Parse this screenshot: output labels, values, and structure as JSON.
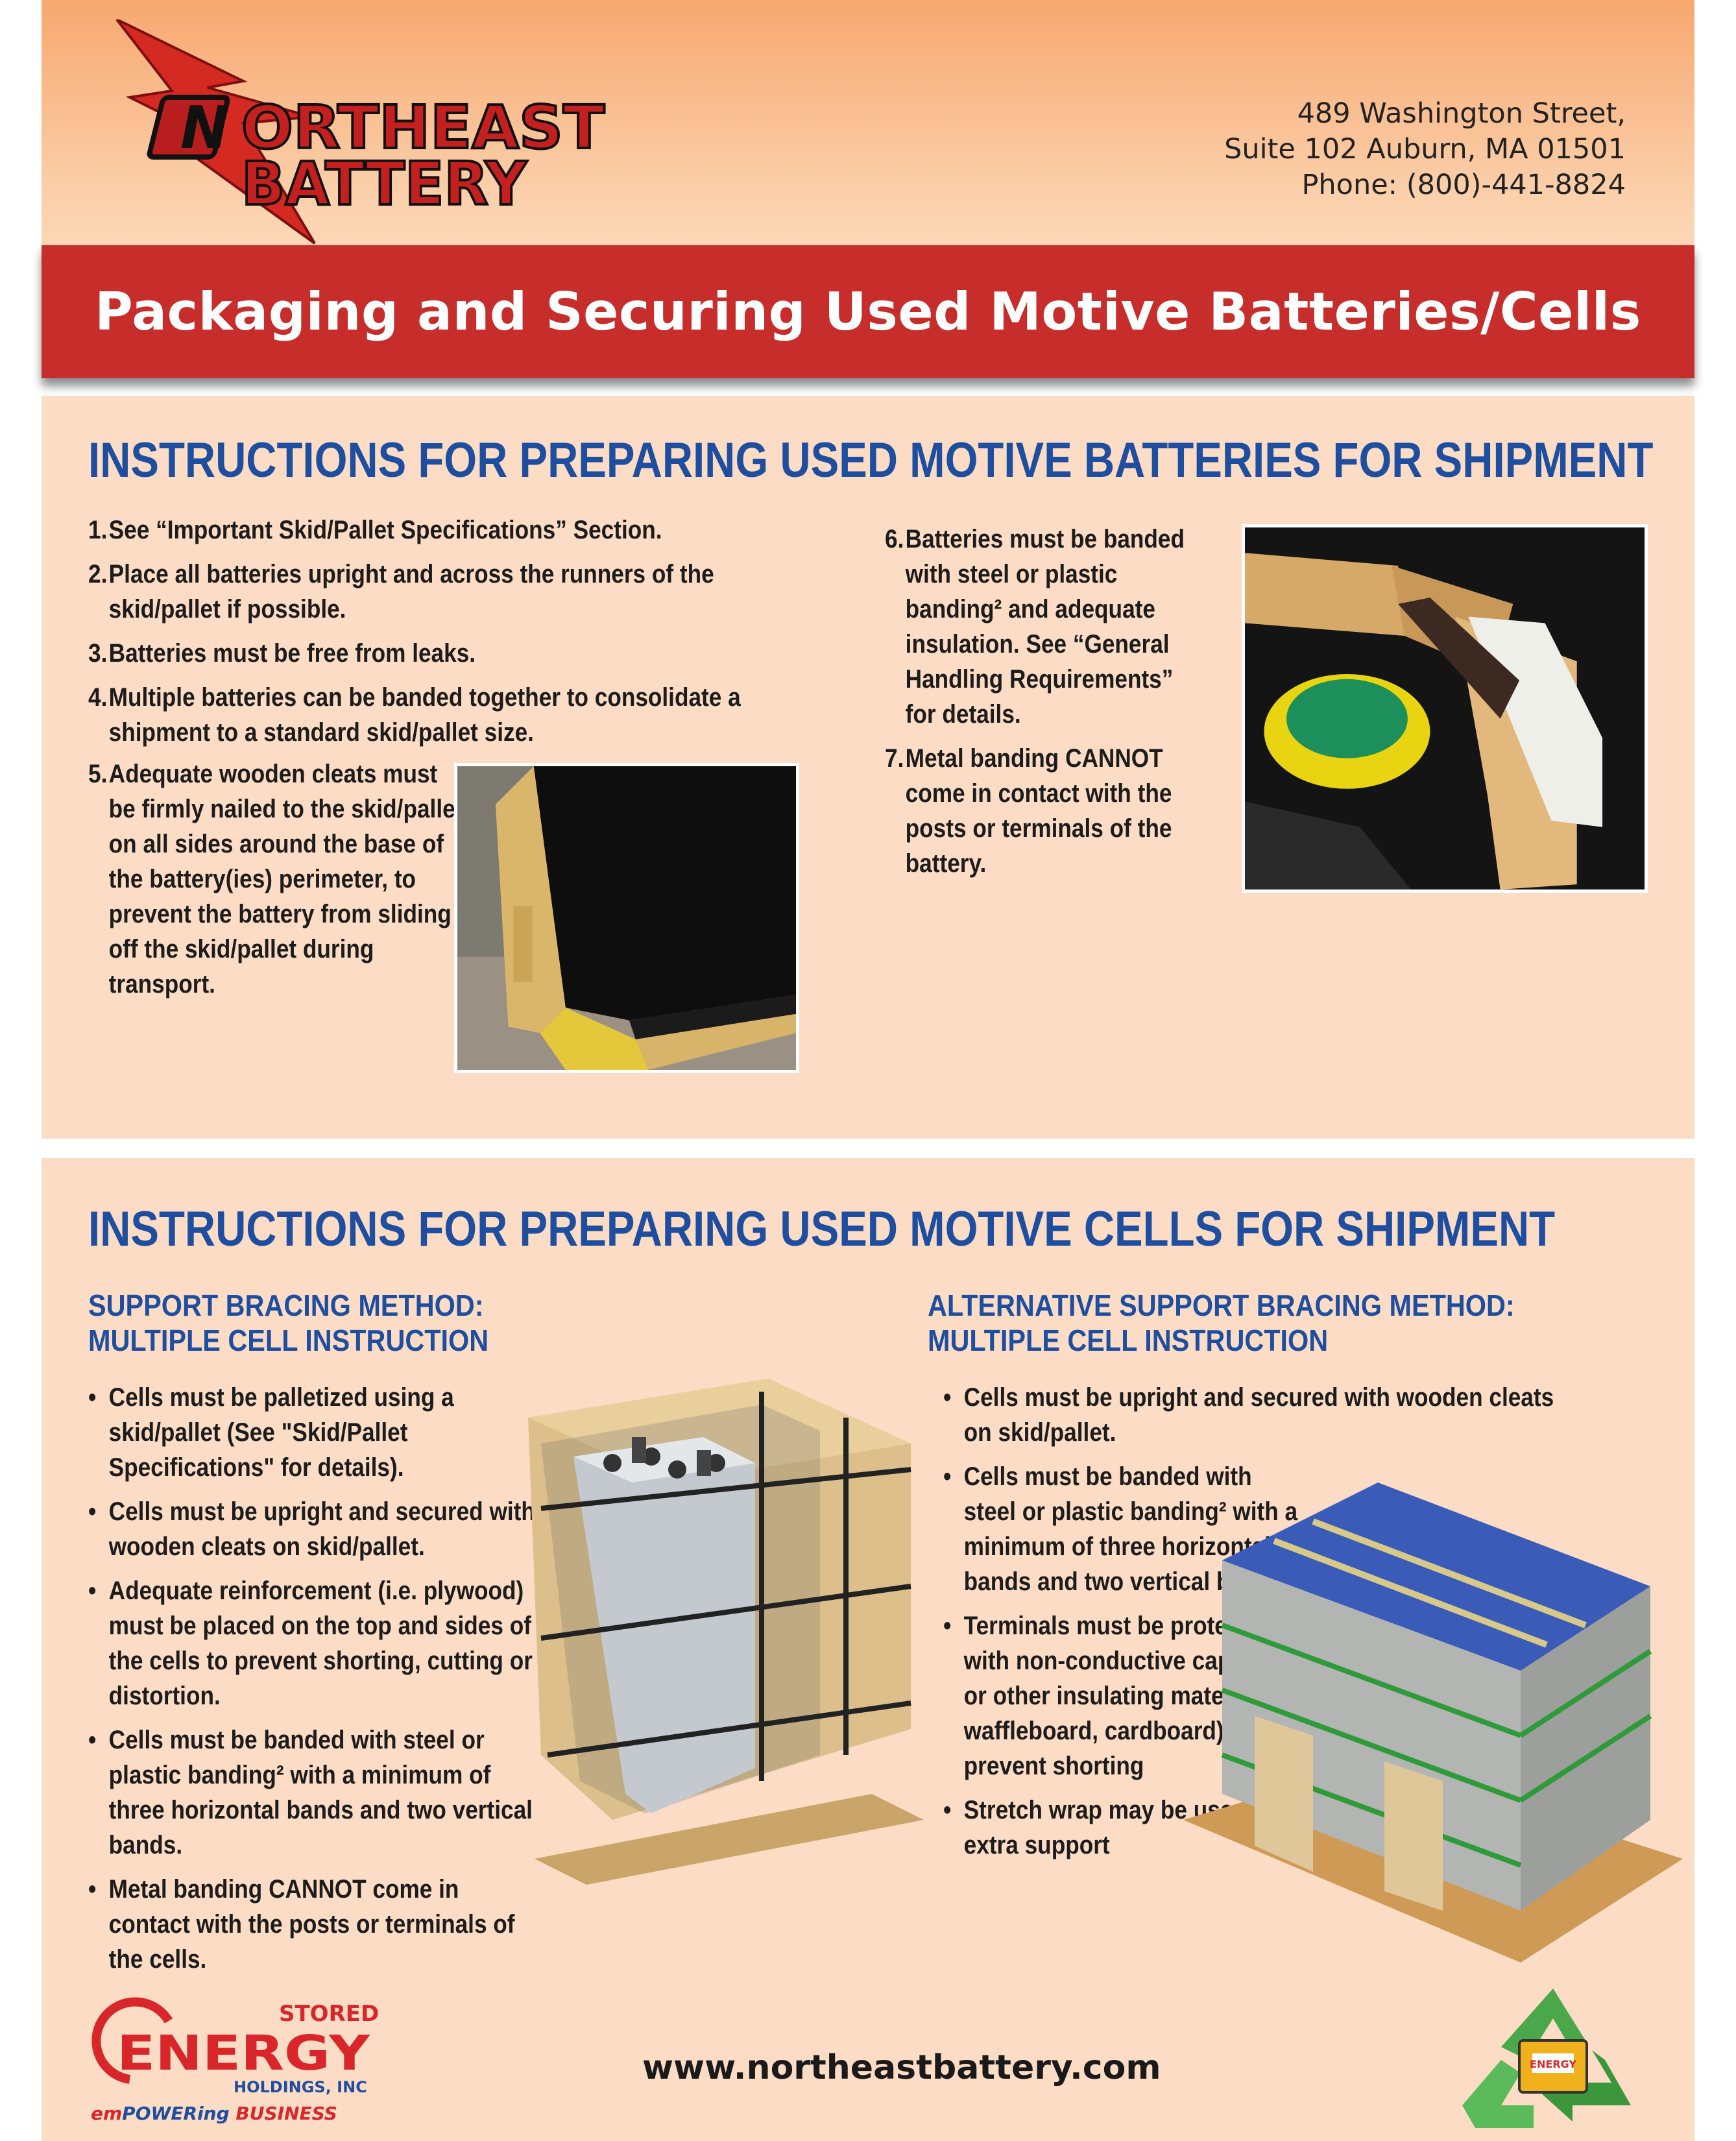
{
  "brand": {
    "logo_letter": "N",
    "logo_line1": "ORTHEAST",
    "logo_line2": "BATTERY",
    "colors": {
      "red": "#c62d2b",
      "blue": "#1e4ea0",
      "peach": "#fcdcc4",
      "orange": "#f7a870"
    }
  },
  "address": {
    "line1": "489 Washington Street,",
    "line2": "Suite 102 Auburn, MA 01501",
    "line3": "Phone: (800)-441-8824"
  },
  "banner": {
    "title": "Packaging and Securing Used Motive Batteries/Cells"
  },
  "batteries": {
    "heading": "INSTRUCTIONS FOR PREPARING USED MOTIVE BATTERIES FOR SHIPMENT",
    "steps": [
      {
        "num": "1.",
        "text": "See “Important Skid/Pallet Specifications” Section."
      },
      {
        "num": "2.",
        "text": "Place all batteries upright and across the runners of the skid/pallet if possible."
      },
      {
        "num": "3.",
        "text": "Batteries must be free from leaks."
      },
      {
        "num": "4.",
        "text": "Multiple batteries can be banded together to consolidate a shipment to a standard skid/pallet size."
      },
      {
        "num": "5.",
        "text": "Adequate wooden cleats must be firmly nailed to the skid/pallet on all sides around the base of the battery(ies) perimeter, to prevent the battery from sliding off the skid/pallet during transport."
      },
      {
        "num": "6.",
        "text": "Batteries must be banded with steel or plastic banding² and adequate insulation. See “General Handling Requirements” for details."
      },
      {
        "num": "7.",
        "text": "Metal banding CANNOT come in contact with the posts or terminals of the battery."
      }
    ]
  },
  "cells": {
    "heading": "INSTRUCTIONS FOR PREPARING USED MOTIVE CELLS FOR SHIPMENT",
    "left": {
      "sub1": "SUPPORT BRACING METHOD:",
      "sub2": "MULTIPLE CELL INSTRUCTION",
      "bullets": [
        "Cells must be palletized using a skid/pallet (See \"Skid/Pallet Specifications\" for details).",
        "Cells must be upright and secured with wooden cleats on skid/pallet.",
        "Adequate reinforcement (i.e. plywood) must be placed on the top and sides of the cells to prevent shorting, cutting or distortion.",
        "Cells must be banded with steel or plastic banding² with a minimum of three horizontal bands and two vertical bands.",
        "Metal banding CANNOT come in contact with the posts or terminals of the cells."
      ]
    },
    "right": {
      "sub1": "ALTERNATIVE SUPPORT BRACING METHOD:",
      "sub2": "MULTIPLE CELL INSTRUCTION",
      "bullets": [
        "Cells must be upright and secured with wooden cleats on skid/pallet.",
        "Cells must be banded with steel or plastic banding² with a minimum of three horizontal bands and two vertical bands.",
        "Terminals must be protected with non-conductive caps, tape or other insulating material (i.e. waffleboard, cardboard) to prevent shorting",
        "Stretch wrap may be used for extra support"
      ]
    }
  },
  "footer": {
    "se_stored": "STORED",
    "se_energy": "ENERGY",
    "se_holdings": "HOLDINGS, INC",
    "se_tag_a": "em",
    "se_tag_b": "POWERing",
    "se_tag_c": " BUSINESS",
    "url": "www.northeastbattery.com",
    "recycle_label": "ENERGY"
  }
}
